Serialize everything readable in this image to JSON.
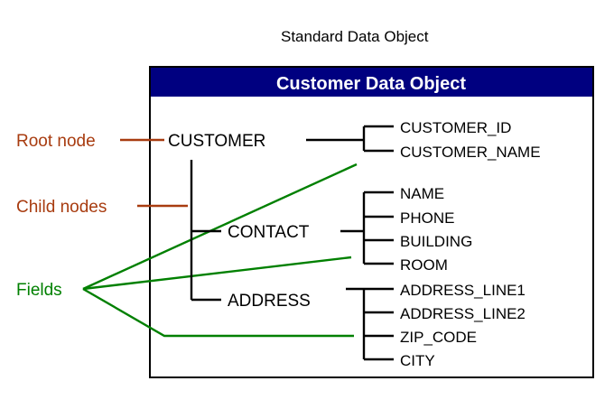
{
  "caption": "Standard Data Object",
  "panel": {
    "header_title": "Customer Data Object",
    "header_bg": "#000080",
    "header_fg": "#ffffff",
    "border_color": "#000000",
    "background": "#ffffff"
  },
  "annotations": {
    "root_node_label": "Root node",
    "child_nodes_label": "Child nodes",
    "fields_label": "Fields",
    "brown_color": "#a83c10",
    "green_color": "#008000"
  },
  "tree": {
    "root": "CUSTOMER",
    "root_fields": [
      "CUSTOMER_ID",
      "CUSTOMER_NAME"
    ],
    "children": [
      {
        "name": "CONTACT",
        "fields": [
          "NAME",
          "PHONE",
          "BUILDING",
          "ROOM"
        ]
      },
      {
        "name": "ADDRESS",
        "fields": [
          "ADDRESS_LINE1",
          "ADDRESS_LINE2",
          "ZIP_CODE",
          "CITY"
        ]
      }
    ]
  }
}
